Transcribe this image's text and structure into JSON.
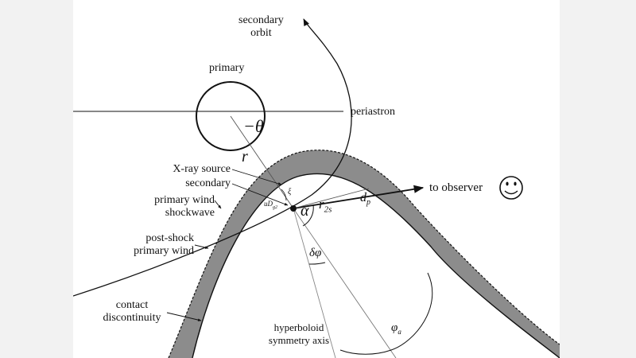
{
  "labels": {
    "secondary_orbit": "secondary\norbit",
    "primary": "primary",
    "periastron": "periastron",
    "xray_source": "X-ray source",
    "secondary": "secondary",
    "primary_wind_shockwave": "primary wind\nshockwave",
    "post_shock_primary_wind": "post-shock\nprimary wind",
    "contact_discontinuity": "contact\ndiscontinuity",
    "to_observer": "to observer",
    "hyperboloid_axis": "hyperboloid\nsymmetry axis"
  },
  "symbols": {
    "theta": "−θ",
    "r": "r",
    "alpha": "α",
    "r2s": "r",
    "r2s_sub": "2s",
    "dp": "d",
    "dp_sub": "p",
    "delta_phi": "δφ",
    "phi_a": "φ",
    "phi_a_sub": "a",
    "uDg": "uD",
    "uDg_sub": "g2",
    "xi": "ξ"
  },
  "icons": {
    "smiley": "smiley-icon"
  },
  "colors": {
    "shock_fill": "#8c8c8c",
    "ink": "#111111",
    "background": "#ffffff"
  }
}
